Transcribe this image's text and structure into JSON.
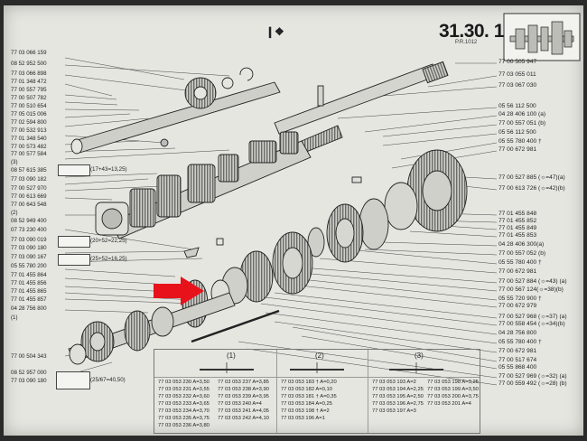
{
  "header": {
    "page_number": "31.30. 1",
    "page_ref": "P.R.1012",
    "binding_mark": "❙❖"
  },
  "left_labels": [
    "77 03 066 159",
    "08 52 952 500",
    "77 03 066 898",
    "77 01 348 472",
    "77 00 557 795",
    "77 00 507 782",
    "77 00 510 654",
    "77 05 015 006",
    "77 02 594 800",
    "77 00 532 913",
    "77 01 348 540",
    "77 00 573 482",
    "77 00 577 584",
    "(3)",
    "08 57 615 385",
    "77 03 090 182",
    "77 00 527 970",
    "77 00 613 669",
    "77 00 643 548",
    "(2)",
    "08 52 949 400",
    "07 73 230 400",
    "77 03 090 019",
    "77 03 090 180",
    "77 03 090 167",
    "05 55 780 200",
    "77 01 455 864",
    "77 01 455 856",
    "77 01 455 865",
    "77 01 455 857",
    "04 28 756 800",
    "(1)",
    "77 00 504 343",
    "08 52 957 000",
    "77 03 090 180"
  ],
  "bracket_labels": [
    "(17+43=13,25)",
    "(20+52=22,25)",
    "(25+52=16,25)",
    "(25/67=40,50)"
  ],
  "right_labels": [
    "77 00 505 947",
    "77 03 055 011",
    "77 03 067 030",
    "05 56 112 500",
    "04 28 406 100 (a)",
    "77 00 557 051 (b)",
    "05 56 112 500",
    "05 55 780 400 †",
    "77 00 672 981",
    "77 00 527 885 (☼=47)(a)",
    "77 00 613 726 (☼=42)(b)",
    "77 01 455 848",
    "77 01 455 852",
    "77 01 455 849",
    "77 01 455 853",
    "04 28 406 300(a)",
    "77 00 557 052 (b)",
    "05 55 780 400 †",
    "77 00 672 981",
    "77 00 527 884 (☼=43) (a)",
    "77 00 567 124(☼=38)(b)",
    "05 55 720 900 †",
    "77 00 672 979",
    "77 00 527 968 (☼=37) (a)",
    "77 00 558 454 (☼=34)(b)",
    "04 28 756 800",
    "05 55 780 400 †",
    "77 00 672 981",
    "77 00 517 674",
    "05 55 868 400",
    "77 00 527 969 (☼=32) (a)",
    "77 00 559 492 (☼=28) (b)"
  ],
  "table": {
    "headers": [
      "(1)",
      "(2)",
      "(3)"
    ],
    "rows": [
      [
        "77 03 053 230 A=3,50",
        "77 03 053 237 A=3,85",
        "77 03 053 183 † A=0,20",
        "77 03 053 193 A=2",
        "77 03 053 198 A=3,25"
      ],
      [
        "77 03 053 231 A=3,55",
        "77 03 053 238 A=3,90",
        "77 03 053 182 A=0,10",
        "77 03 053 194 A=2,25",
        "77 03 053 199 A=3,50"
      ],
      [
        "77 03 053 232 A=3,60",
        "77 03 053 239 A=3,95",
        "77 03 053 181 † A=0,35",
        "77 03 053 195 A=2,50",
        "77 03 053 200 A=3,75"
      ],
      [
        "77 03 053 233 A=3,65",
        "77 03 053 240 A=4",
        "77 03 053 184 A=0,25",
        "77 03 053 196 A=2,75",
        "77 03 053 201 A=4"
      ],
      [
        "77 03 053 234 A=3,70",
        "77 03 053 241 A=4,05",
        "77 03 053 198 † A=2",
        "77 03 053 197 A=3",
        ""
      ],
      [
        "77 03 053 235 A=3,75",
        "77 03 053 242 A=4,10",
        "77 03 053 196 A=1",
        "",
        ""
      ],
      [
        "77 03 053 236 A=3,80",
        "",
        "",
        "",
        ""
      ]
    ]
  }
}
